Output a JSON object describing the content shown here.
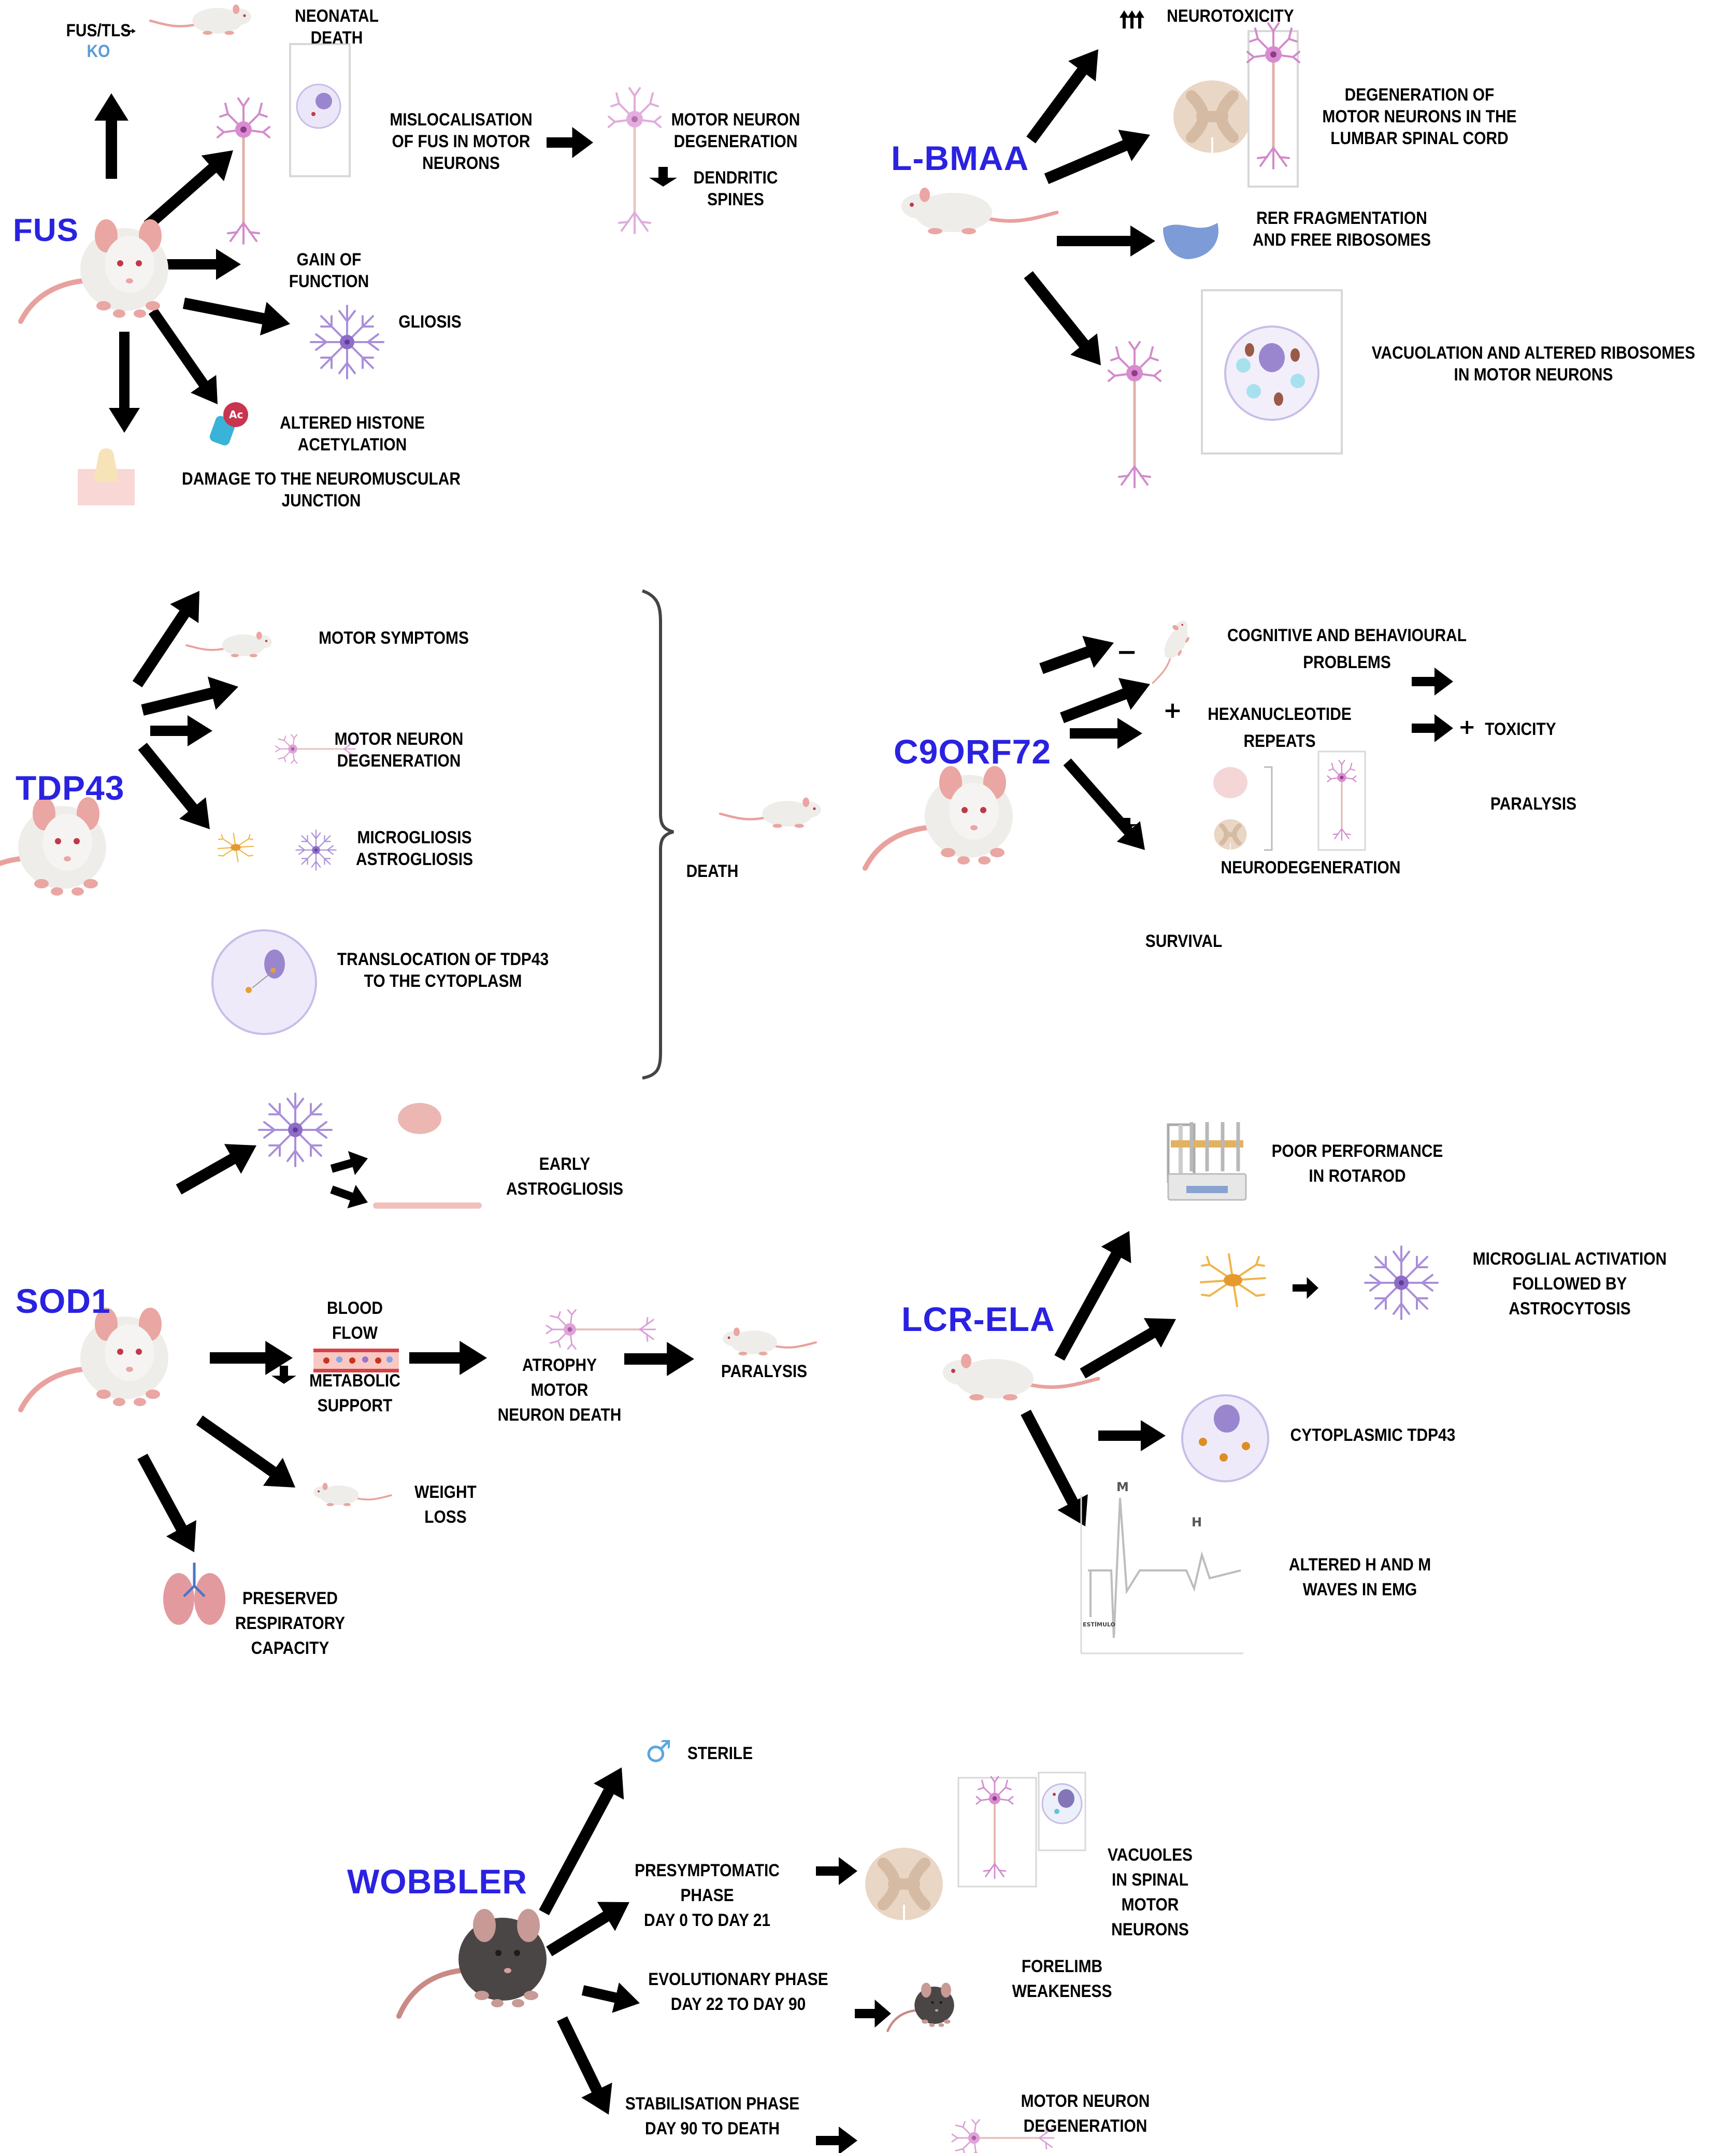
{
  "colors": {
    "title": "#2a22e0",
    "ko": "#5b9bd5",
    "arrow": "#000000",
    "mouse_white": "#f1efec",
    "mouse_black": "#4a4646",
    "mouse_pink": "#eaa6a2",
    "neuron": "#cf7ec7",
    "astrocyte": "#9c7fd0",
    "microglia": "#efb54a",
    "spinal_cord": "#e8d3c0",
    "male_symbol": "#5ba7dc"
  },
  "fus": {
    "title": "FUS",
    "ko_label": "FUS/TLS",
    "ko_sub": "KO",
    "neonatal_death": "NEONATAL\nDEATH",
    "mislocalisation": "MISLOCALISATION\nOF FUS IN MOTOR\nNEURONS",
    "mn_degeneration": "MOTOR NEURON\nDEGENERATION",
    "dendritic_spines": "DENDRITIC\nSPINES",
    "gain_of_function": "GAIN OF\nFUNCTION",
    "gliosis": "GLIOSIS",
    "histone": "ALTERED HISTONE\nACETYLATION",
    "histone_icon_text": "Ac",
    "nmj": "DAMAGE TO THE NEUROMUSCULAR\nJUNCTION"
  },
  "lbmaa": {
    "title": "L-BMAA",
    "neurotoxicity": "NEUROTOXICITY",
    "degeneration": "DEGENERATION OF\nMOTOR NEURONS IN THE\nLUMBAR SPINAL CORD",
    "rer": "RER FRAGMENTATION\nAND FREE RIBOSOMES",
    "vacuolation": "VACUOLATION AND ALTERED RIBOSOMES\nIN MOTOR NEURONS"
  },
  "tdp43": {
    "title": "TDP43",
    "motor_symptoms": "MOTOR SYMPTOMS",
    "mn_degeneration": "MOTOR NEURON\nDEGENERATION",
    "gliosis": "MICROGLIOSIS\nASTROGLIOSIS",
    "translocation": "TRANSLOCATION OF TDP43\nTO THE CYTOPLASM",
    "death": "DEATH"
  },
  "c9orf72": {
    "title": "C9ORF72",
    "cognitive": "COGNITIVE AND BEHAVIOURAL\nPROBLEMS",
    "minus_sign": "−",
    "plus_sign": "+",
    "hexanucleotide": "HEXANUCLEOTIDE\nREPEATS",
    "toxicity": "TOXICITY",
    "paralysis": "PARALYSIS",
    "neurodegeneration": "NEURODEGENERATION",
    "survival": "SURVIVAL"
  },
  "sod1": {
    "title": "SOD1",
    "astrogliosis": "EARLY\nASTROGLIOSIS",
    "blood_flow": "BLOOD\nFLOW",
    "metabolic": "METABOLIC\nSUPPORT",
    "atrophy": "ATROPHY\nMOTOR\nNEURON DEATH",
    "paralysis": "PARALYSIS",
    "weight_loss": "WEIGHT\nLOSS",
    "respiratory": "PRESERVED\nRESPIRATORY\nCAPACITY"
  },
  "lcrela": {
    "title": "LCR-ELA",
    "rotarod": "POOR PERFORMANCE\nIN ROTAROD",
    "microglial": "MICROGLIAL ACTIVATION\nFOLLOWED BY\nASTROCYTOSIS",
    "cytoplasmic": "CYTOPLASMIC TDP43",
    "emg": "ALTERED H AND M\nWAVES IN EMG",
    "emg_m": "M",
    "emg_h": "H",
    "emg_stim": "ESTÍMULO"
  },
  "wobbler": {
    "title": "WOBBLER",
    "male_symbol": "♂",
    "sterile": "STERILE",
    "presymptomatic": "PRESYMPTOMATIC\nPHASE\nDAY 0 TO DAY 21",
    "vacuoles": "VACUOLES\nIN SPINAL\nMOTOR\nNEURONS",
    "evolutionary": "EVOLUTIONARY PHASE\nDAY 22 TO DAY 90",
    "forelimb": "FORELIMB\nWEAKENESS",
    "stabilisation": "STABILISATION PHASE\nDAY 90 TO DEATH",
    "mn_degeneration": "MOTOR NEURON\nDEGENERATION"
  }
}
